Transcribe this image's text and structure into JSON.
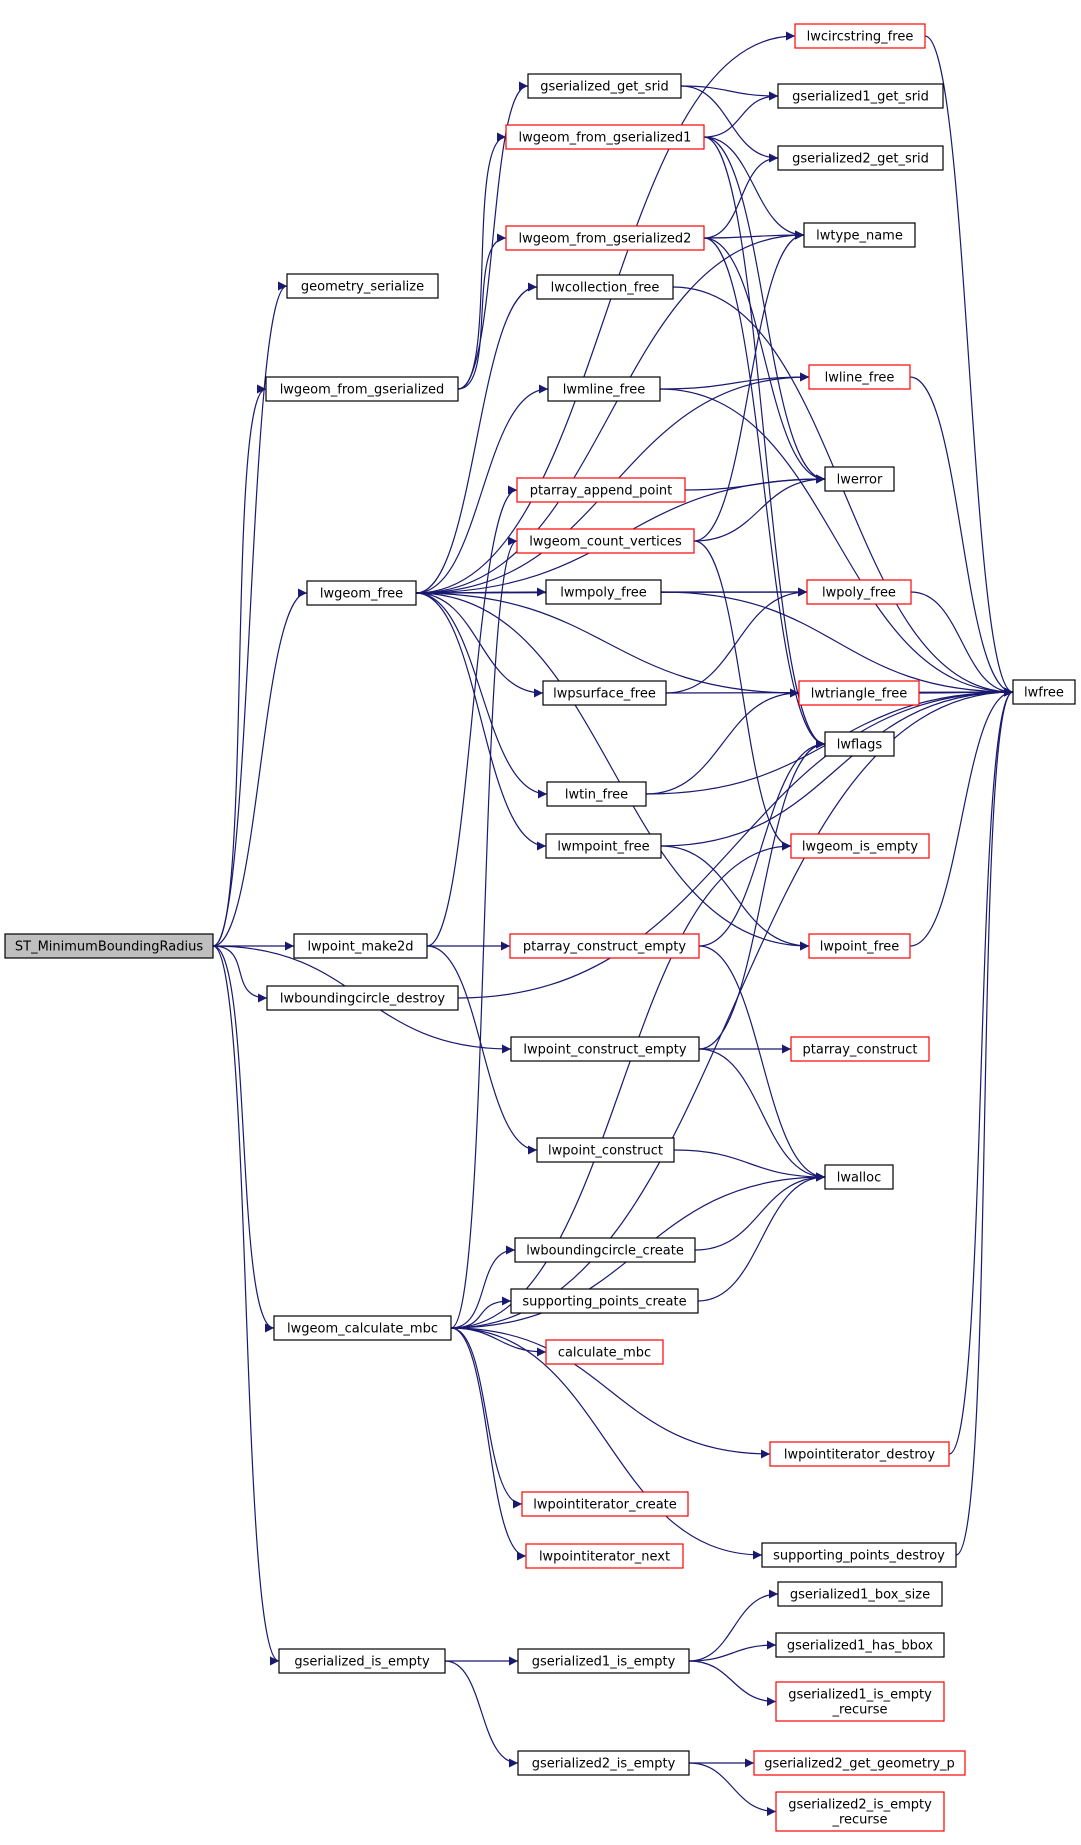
{
  "colors": {
    "edge": "#191970",
    "border_normal": "#000000",
    "border_link": "#ff0000",
    "root_fill": "#bfbfbf",
    "fill": "#ffffff"
  },
  "nodes": [
    {
      "id": "root",
      "label": "ST_MinimumBoundingRadius",
      "kind": "root"
    },
    {
      "id": "geometry_serialize",
      "label": "geometry_serialize",
      "kind": "normal"
    },
    {
      "id": "lwgeom_from_gserialized",
      "label": "lwgeom_from_gserialized",
      "kind": "normal"
    },
    {
      "id": "lwgeom_free",
      "label": "lwgeom_free",
      "kind": "normal"
    },
    {
      "id": "lwpoint_make2d",
      "label": "lwpoint_make2d",
      "kind": "normal"
    },
    {
      "id": "lwboundingcircle_destroy",
      "label": "lwboundingcircle_destroy",
      "kind": "normal"
    },
    {
      "id": "lwgeom_calculate_mbc",
      "label": "lwgeom_calculate_mbc",
      "kind": "normal"
    },
    {
      "id": "gserialized_is_empty",
      "label": "gserialized_is_empty",
      "kind": "normal"
    },
    {
      "id": "gserialized_get_srid",
      "label": "gserialized_get_srid",
      "kind": "normal"
    },
    {
      "id": "lwgeom_from_gserialized1",
      "label": "lwgeom_from_gserialized1",
      "kind": "link"
    },
    {
      "id": "lwgeom_from_gserialized2",
      "label": "lwgeom_from_gserialized2",
      "kind": "link"
    },
    {
      "id": "lwcollection_free",
      "label": "lwcollection_free",
      "kind": "normal"
    },
    {
      "id": "lwmline_free",
      "label": "lwmline_free",
      "kind": "normal"
    },
    {
      "id": "ptarray_append_point",
      "label": "ptarray_append_point",
      "kind": "link"
    },
    {
      "id": "lwgeom_count_vertices",
      "label": "lwgeom_count_vertices",
      "kind": "link"
    },
    {
      "id": "lwmpoly_free",
      "label": "lwmpoly_free",
      "kind": "normal"
    },
    {
      "id": "lwpsurface_free",
      "label": "lwpsurface_free",
      "kind": "normal"
    },
    {
      "id": "lwtin_free",
      "label": "lwtin_free",
      "kind": "normal"
    },
    {
      "id": "lwmpoint_free",
      "label": "lwmpoint_free",
      "kind": "normal"
    },
    {
      "id": "ptarray_construct_empty",
      "label": "ptarray_construct_empty",
      "kind": "link"
    },
    {
      "id": "lwpoint_construct_empty",
      "label": "lwpoint_construct_empty",
      "kind": "normal"
    },
    {
      "id": "lwpoint_construct",
      "label": "lwpoint_construct",
      "kind": "normal"
    },
    {
      "id": "lwboundingcircle_create",
      "label": "lwboundingcircle_create",
      "kind": "normal"
    },
    {
      "id": "supporting_points_create",
      "label": "supporting_points_create",
      "kind": "normal"
    },
    {
      "id": "calculate_mbc",
      "label": "calculate_mbc",
      "kind": "link"
    },
    {
      "id": "lwpointiterator_create",
      "label": "lwpointiterator_create",
      "kind": "link"
    },
    {
      "id": "lwpointiterator_next",
      "label": "lwpointiterator_next",
      "kind": "link"
    },
    {
      "id": "gserialized1_is_empty",
      "label": "gserialized1_is_empty",
      "kind": "normal"
    },
    {
      "id": "gserialized2_is_empty",
      "label": "gserialized2_is_empty",
      "kind": "normal"
    },
    {
      "id": "lwcircstring_free",
      "label": "lwcircstring_free",
      "kind": "link"
    },
    {
      "id": "gserialized1_get_srid",
      "label": "gserialized1_get_srid",
      "kind": "normal"
    },
    {
      "id": "gserialized2_get_srid",
      "label": "gserialized2_get_srid",
      "kind": "normal"
    },
    {
      "id": "lwtype_name",
      "label": "lwtype_name",
      "kind": "normal"
    },
    {
      "id": "lwline_free",
      "label": "lwline_free",
      "kind": "link"
    },
    {
      "id": "lwerror",
      "label": "lwerror",
      "kind": "normal"
    },
    {
      "id": "lwpoly_free",
      "label": "lwpoly_free",
      "kind": "link"
    },
    {
      "id": "lwtriangle_free",
      "label": "lwtriangle_free",
      "kind": "link"
    },
    {
      "id": "lwflags",
      "label": "lwflags",
      "kind": "normal"
    },
    {
      "id": "lwgeom_is_empty",
      "label": "lwgeom_is_empty",
      "kind": "link"
    },
    {
      "id": "lwpoint_free",
      "label": "lwpoint_free",
      "kind": "link"
    },
    {
      "id": "ptarray_construct",
      "label": "ptarray_construct",
      "kind": "link"
    },
    {
      "id": "lwalloc",
      "label": "lwalloc",
      "kind": "normal"
    },
    {
      "id": "lwpointiterator_destroy",
      "label": "lwpointiterator_destroy",
      "kind": "link"
    },
    {
      "id": "supporting_points_destroy",
      "label": "supporting_points_destroy",
      "kind": "normal"
    },
    {
      "id": "gserialized1_box_size",
      "label": "gserialized1_box_size",
      "kind": "normal"
    },
    {
      "id": "gserialized1_has_bbox",
      "label": "gserialized1_has_bbox",
      "kind": "normal"
    },
    {
      "id": "gserialized1_is_empty_recurse",
      "label": "gserialized1_is_empty\n_recurse",
      "kind": "link"
    },
    {
      "id": "gserialized2_get_geometry_p",
      "label": "gserialized2_get_geometry_p",
      "kind": "link"
    },
    {
      "id": "gserialized2_is_empty_recurse",
      "label": "gserialized2_is_empty\n_recurse",
      "kind": "link"
    },
    {
      "id": "lwfree",
      "label": "lwfree",
      "kind": "normal"
    }
  ],
  "edges": [
    [
      "root",
      "geometry_serialize"
    ],
    [
      "root",
      "lwgeom_from_gserialized"
    ],
    [
      "root",
      "lwgeom_free"
    ],
    [
      "root",
      "lwpoint_make2d"
    ],
    [
      "root",
      "lwboundingcircle_destroy"
    ],
    [
      "root",
      "lwgeom_calculate_mbc"
    ],
    [
      "root",
      "gserialized_is_empty"
    ],
    [
      "root",
      "lwpoint_construct_empty"
    ],
    [
      "lwgeom_from_gserialized",
      "gserialized_get_srid"
    ],
    [
      "lwgeom_from_gserialized",
      "lwgeom_from_gserialized1"
    ],
    [
      "lwgeom_from_gserialized",
      "lwgeom_from_gserialized2"
    ],
    [
      "gserialized_get_srid",
      "gserialized1_get_srid"
    ],
    [
      "gserialized_get_srid",
      "gserialized2_get_srid"
    ],
    [
      "lwgeom_from_gserialized1",
      "gserialized1_get_srid"
    ],
    [
      "lwgeom_from_gserialized1",
      "lwtype_name"
    ],
    [
      "lwgeom_from_gserialized1",
      "lwerror"
    ],
    [
      "lwgeom_from_gserialized1",
      "lwflags"
    ],
    [
      "lwgeom_from_gserialized2",
      "gserialized2_get_srid"
    ],
    [
      "lwgeom_from_gserialized2",
      "lwtype_name"
    ],
    [
      "lwgeom_from_gserialized2",
      "lwerror"
    ],
    [
      "lwgeom_from_gserialized2",
      "lwflags"
    ],
    [
      "lwgeom_free",
      "lwcircstring_free"
    ],
    [
      "lwgeom_free",
      "lwtype_name"
    ],
    [
      "lwgeom_free",
      "lwcollection_free"
    ],
    [
      "lwgeom_free",
      "lwline_free"
    ],
    [
      "lwgeom_free",
      "lwmline_free"
    ],
    [
      "lwgeom_free",
      "lwerror"
    ],
    [
      "lwgeom_free",
      "lwmpoly_free"
    ],
    [
      "lwgeom_free",
      "lwpoly_free"
    ],
    [
      "lwgeom_free",
      "lwpsurface_free"
    ],
    [
      "lwgeom_free",
      "lwtriangle_free"
    ],
    [
      "lwgeom_free",
      "lwtin_free"
    ],
    [
      "lwgeom_free",
      "lwmpoint_free"
    ],
    [
      "lwgeom_free",
      "lwpoint_free"
    ],
    [
      "lwcollection_free",
      "lwfree"
    ],
    [
      "lwmline_free",
      "lwline_free"
    ],
    [
      "lwmline_free",
      "lwfree"
    ],
    [
      "lwmpoly_free",
      "lwpoly_free"
    ],
    [
      "lwmpoly_free",
      "lwfree"
    ],
    [
      "lwpsurface_free",
      "lwpoly_free"
    ],
    [
      "lwpsurface_free",
      "lwfree"
    ],
    [
      "lwtin_free",
      "lwtriangle_free"
    ],
    [
      "lwtin_free",
      "lwfree"
    ],
    [
      "lwmpoint_free",
      "lwpoint_free"
    ],
    [
      "lwmpoint_free",
      "lwfree"
    ],
    [
      "lwcircstring_free",
      "lwfree"
    ],
    [
      "lwline_free",
      "lwfree"
    ],
    [
      "lwpoly_free",
      "lwfree"
    ],
    [
      "lwtriangle_free",
      "lwfree"
    ],
    [
      "lwpoint_free",
      "lwfree"
    ],
    [
      "ptarray_append_point",
      "lwerror"
    ],
    [
      "lwgeom_count_vertices",
      "lwtype_name"
    ],
    [
      "lwgeom_count_vertices",
      "lwerror"
    ],
    [
      "lwgeom_count_vertices",
      "lwgeom_is_empty"
    ],
    [
      "lwpoint_make2d",
      "ptarray_append_point"
    ],
    [
      "lwpoint_make2d",
      "ptarray_construct_empty"
    ],
    [
      "lwpoint_make2d",
      "lwpoint_construct"
    ],
    [
      "ptarray_construct_empty",
      "lwflags"
    ],
    [
      "ptarray_construct_empty",
      "lwalloc"
    ],
    [
      "lwboundingcircle_destroy",
      "lwfree"
    ],
    [
      "lwpoint_construct_empty",
      "lwflags"
    ],
    [
      "lwpoint_construct_empty",
      "ptarray_construct"
    ],
    [
      "lwpoint_construct_empty",
      "lwalloc"
    ],
    [
      "lwpoint_construct",
      "lwalloc"
    ],
    [
      "lwboundingcircle_create",
      "lwalloc"
    ],
    [
      "supporting_points_create",
      "lwalloc"
    ],
    [
      "lwgeom_calculate_mbc",
      "lwgeom_count_vertices"
    ],
    [
      "lwgeom_calculate_mbc",
      "lwgeom_is_empty"
    ],
    [
      "lwgeom_calculate_mbc",
      "lwalloc"
    ],
    [
      "lwgeom_calculate_mbc",
      "lwboundingcircle_create"
    ],
    [
      "lwgeom_calculate_mbc",
      "supporting_points_create"
    ],
    [
      "lwgeom_calculate_mbc",
      "calculate_mbc"
    ],
    [
      "lwgeom_calculate_mbc",
      "lwfree"
    ],
    [
      "lwgeom_calculate_mbc",
      "lwpointiterator_destroy"
    ],
    [
      "lwgeom_calculate_mbc",
      "lwpointiterator_create"
    ],
    [
      "lwgeom_calculate_mbc",
      "lwpointiterator_next"
    ],
    [
      "lwgeom_calculate_mbc",
      "supporting_points_destroy"
    ],
    [
      "lwpointiterator_destroy",
      "lwfree"
    ],
    [
      "supporting_points_destroy",
      "lwfree"
    ],
    [
      "gserialized_is_empty",
      "gserialized1_is_empty"
    ],
    [
      "gserialized_is_empty",
      "gserialized2_is_empty"
    ],
    [
      "gserialized1_is_empty",
      "gserialized1_box_size"
    ],
    [
      "gserialized1_is_empty",
      "gserialized1_has_bbox"
    ],
    [
      "gserialized1_is_empty",
      "gserialized1_is_empty_recurse"
    ],
    [
      "gserialized2_is_empty",
      "gserialized2_get_geometry_p"
    ],
    [
      "gserialized2_is_empty",
      "gserialized2_is_empty_recurse"
    ]
  ]
}
